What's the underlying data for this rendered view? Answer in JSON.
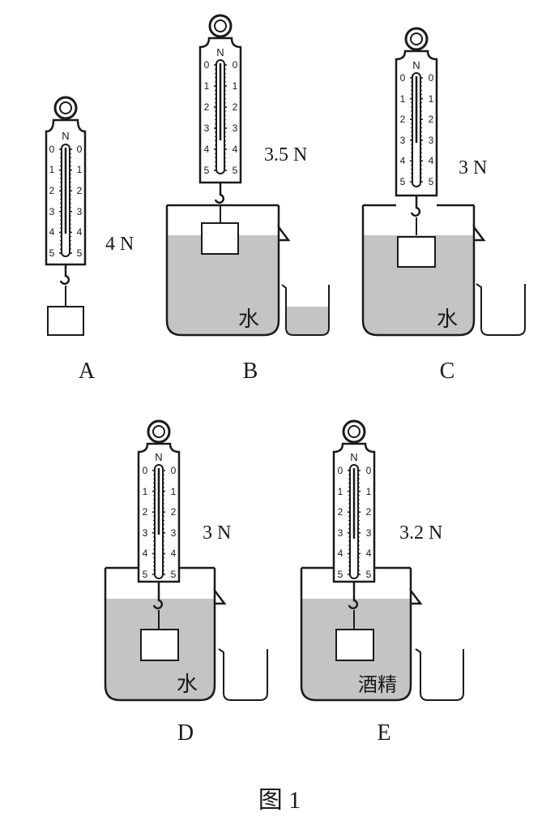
{
  "figure_caption": "图 1",
  "unit_letter": "N",
  "scale_ticks": [
    "0",
    "1",
    "2",
    "3",
    "4",
    "5"
  ],
  "colors": {
    "ink": "#1a1a1a",
    "liquid": "#c4c4c4",
    "paper": "#ffffff"
  },
  "panels": [
    {
      "id": "A",
      "label": "A",
      "reading": "4 N",
      "reading_value": 4.0,
      "liquid": "",
      "beaker": "none"
    },
    {
      "id": "B",
      "label": "B",
      "reading": "3.5 N",
      "reading_value": 3.5,
      "liquid": "水",
      "beaker": "overflow-collected"
    },
    {
      "id": "C",
      "label": "C",
      "reading": "3 N",
      "reading_value": 3.0,
      "liquid": "水",
      "beaker": "overflow-empty"
    },
    {
      "id": "D",
      "label": "D",
      "reading": "3 N",
      "reading_value": 3.0,
      "liquid": "水",
      "beaker": "overflow-empty"
    },
    {
      "id": "E",
      "label": "E",
      "reading": "3.2 N",
      "reading_value": 3.2,
      "liquid": "酒精",
      "beaker": "overflow-empty"
    }
  ]
}
